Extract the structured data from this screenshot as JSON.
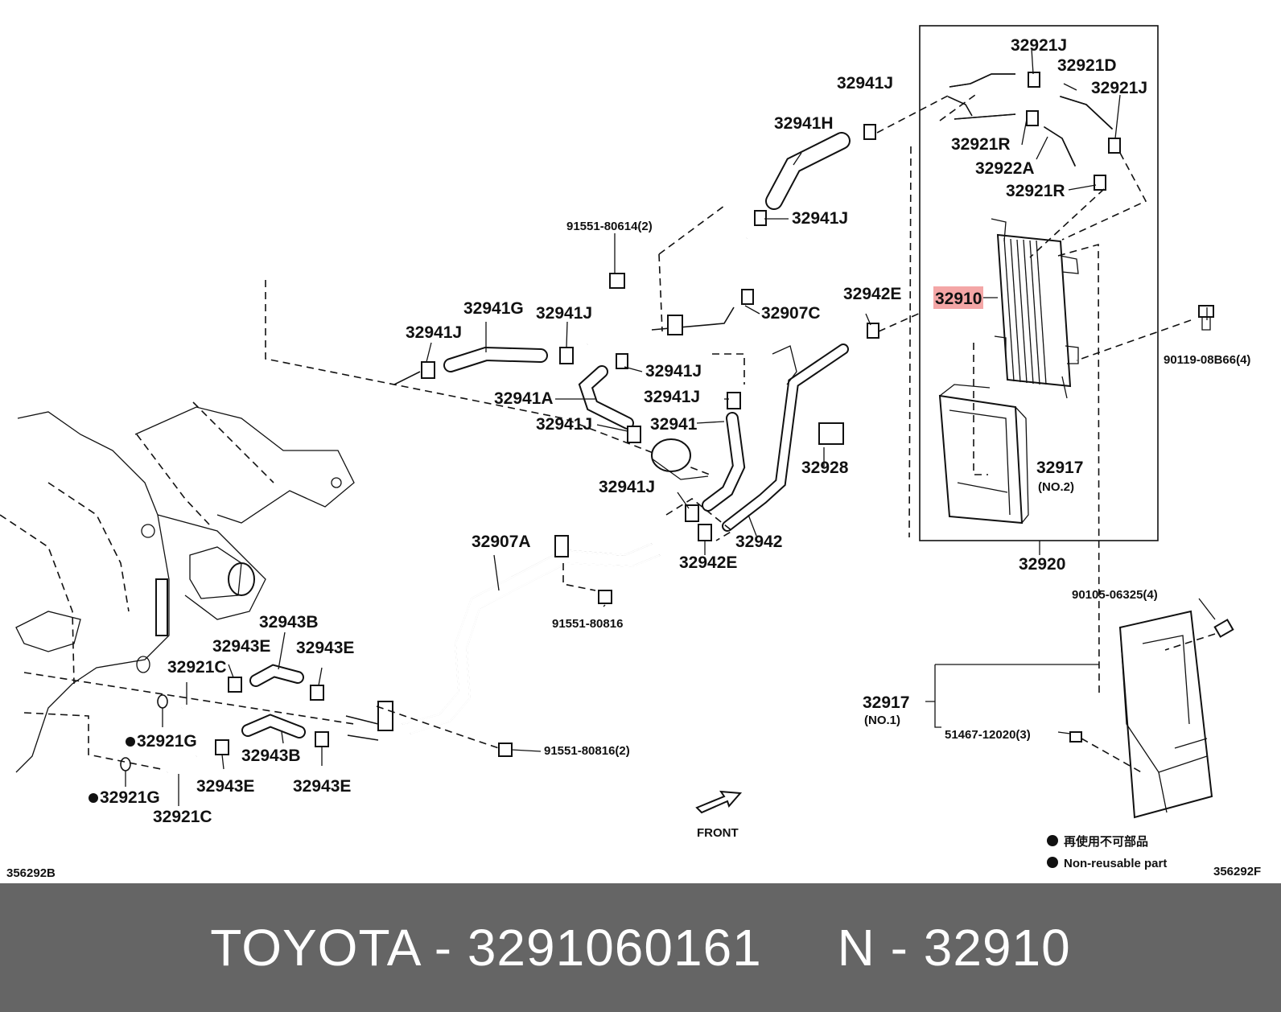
{
  "labels": {
    "p32921J_a": "32921J",
    "p32921D": "32921D",
    "p32921J_b": "32921J",
    "p32921R_a": "32921R",
    "p32922A": "32922A",
    "p32921R_b": "32921R",
    "p32941J_top": "32941J",
    "p32941H": "32941H",
    "p32941J_mid": "32941J",
    "p91551_80614": "91551-80614(2)",
    "p32942E_top": "32942E",
    "p32910": "32910",
    "p90119": "90119-08B66(4)",
    "p32941G": "32941G",
    "p32941J_l1": "32941J",
    "p32941J_l2": "32941J",
    "p32907C": "32907C",
    "p32941J_c1": "32941J",
    "p32941A": "32941A",
    "p32941J_c2": "32941J",
    "p32941J_c3": "32941J",
    "p32941": "32941",
    "p32928": "32928",
    "p32917_no2": "32917",
    "p32917_no2_sub": "(NO.2)",
    "p32941J_c4": "32941J",
    "p32942": "32942",
    "p32942E_bot": "32942E",
    "p32907A": "32907A",
    "p32920": "32920",
    "p90105": "90105-06325(4)",
    "p91551_80816": "91551-80816",
    "p32943B_a": "32943B",
    "p32943E_a": "32943E",
    "p32943E_b": "32943E",
    "p32921C_a": "32921C",
    "p32921G_a": "32921G",
    "p32943B_b": "32943B",
    "p32943E_c": "32943E",
    "p32943E_d": "32943E",
    "p32921G_b": "32921G",
    "p32921C_b": "32921C",
    "p91551_80816_2": "91551-80816(2)",
    "p32917_no1": "32917",
    "p32917_no1_sub": "(NO.1)",
    "p51467": "51467-12020(3)",
    "front": "FRONT",
    "legend_jp": "再使用不可部品",
    "legend_en": "Non-reusable part",
    "code_left": "356292B",
    "code_right": "356292F"
  },
  "footer": {
    "brand": "TOYOTA",
    "part_number": "3291060161",
    "ref": "N",
    "ref_number": "32910"
  },
  "colors": {
    "highlight": "#f4a6a6",
    "footer_bg": "#656565",
    "ink": "#111111"
  }
}
